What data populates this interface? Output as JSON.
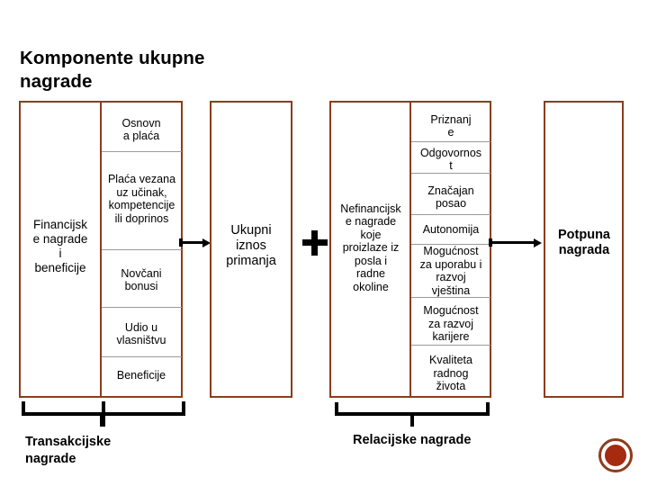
{
  "slide": {
    "title": "Komponente ukupne\nnagrade",
    "accent_color": "#8c3d1b",
    "logo_color": "#a52a10",
    "divider_color": "#9a9a9a"
  },
  "columns": [
    {
      "id": "financijske",
      "label": "Financijsk\ne nagrade\ni\nbeneficije",
      "items": [
        "Osnovn\na plaća",
        "Plaća vezana\nuz učinak,\nkompetencije\nili doprinos",
        "Novčani\nbonusi",
        "Udio u\nvlasništvu",
        "Beneficije"
      ]
    },
    {
      "id": "ukupni-iznos",
      "label": "Ukupni\niznos\nprimanja",
      "items": []
    },
    {
      "id": "nefinancijske",
      "label": "Nefinancijsk\ne nagrade\nkoje\nproizlaze iz\nposla i\nradne\nokoline",
      "items": [
        "Priznanj\ne",
        "Odgovornos\nt",
        "Značajan\nposao",
        "Autonomija",
        "Mogućnost\nza uporabu i\nrazvoj\nvještina",
        "Mogućnost\nza razvoj\nkarijere",
        "Kvaliteta\nradnog\nživota"
      ]
    },
    {
      "id": "potpuna",
      "label": "Potpuna\nnagrada",
      "items": []
    }
  ],
  "operators": {
    "plus_symbol": "+"
  },
  "bottom_labels": [
    {
      "id": "transakcijske",
      "text": "Transakcijske\nnagrade"
    },
    {
      "id": "relacijske",
      "text": "Relacijske nagrade"
    }
  ]
}
